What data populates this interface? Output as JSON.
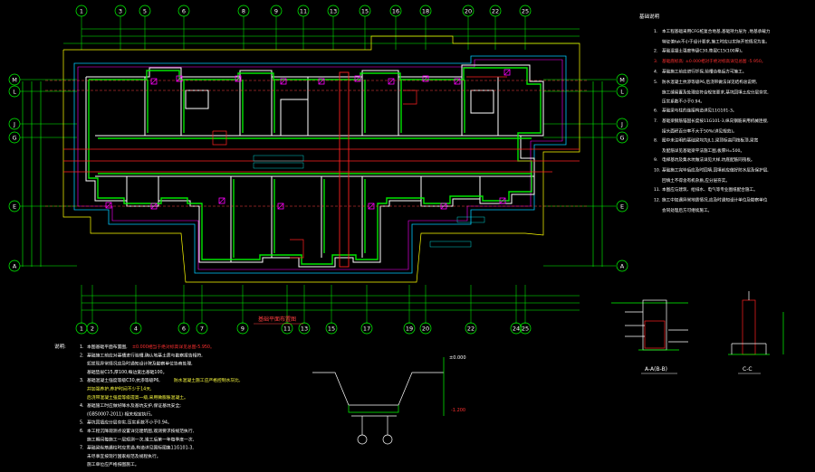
{
  "axes": {
    "top": [
      "1",
      "3",
      "5",
      "6",
      "8",
      "9",
      "11",
      "13",
      "15",
      "16",
      "18",
      "20",
      "22",
      "25"
    ],
    "bottom": [
      "1",
      "2",
      "4",
      "6",
      "7",
      "9",
      "11",
      "13",
      "15",
      "17",
      "19",
      "20",
      "22",
      "24",
      "25"
    ],
    "left": [
      "M",
      "L",
      "J",
      "G",
      "E",
      "A"
    ],
    "right": [
      "M",
      "L",
      "J",
      "G",
      "E",
      "A"
    ]
  },
  "notes_top_right": {
    "title": "基础说明",
    "lines": [
      {
        "n": "1.",
        "t": "本工程基础采用CFG桩复合地基,基础持力层为 ,地基承载力",
        "c": "w"
      },
      {
        "n": "",
        "t": "特征值fak不小于设计要求,施工时应以实际开挖情况为准。",
        "c": "w"
      },
      {
        "n": "2.",
        "t": "基础混凝土强度等级C30,垫层C15(100厚)。",
        "c": "w"
      },
      {
        "n": "3.",
        "t": "基础底标高: ±0.000相对于绝对标高详见总图 -5.950。",
        "c": "r"
      },
      {
        "n": "4.",
        "t": "基础施工前应进行钎探,验槽合格后方可施工。",
        "c": "w"
      },
      {
        "n": "5.",
        "t": "防水混凝土抗渗等级P6,后浇带做法详见结构总说明,",
        "c": "w"
      },
      {
        "n": "",
        "t": "施工缝留置及处理应符合规范要求,基坑回填土应分层夯实,",
        "c": "w"
      },
      {
        "n": "",
        "t": "压实系数不小于0.94。",
        "c": "w"
      },
      {
        "n": "6.",
        "t": "基础梁与柱的连接构造详见11G101-3。",
        "c": "w"
      },
      {
        "n": "7.",
        "t": "基础梁钢筋锚固长度按11G101-3,纵向钢筋采用机械连接,",
        "c": "w"
      },
      {
        "n": "",
        "t": "接头面积百分率不大于50%(详见规范)。",
        "c": "w"
      },
      {
        "n": "8.",
        "t": "图中未注明的基础梁均为JL1,梁顶标高同筏板顶,梁宽",
        "c": "w"
      },
      {
        "n": "",
        "t": "及配筋详见基础梁平法施工图,板厚H=500。",
        "c": "w"
      },
      {
        "n": "9.",
        "t": "电梯基坑及集水坑做法详见大样,坑底配筋同筏板。",
        "c": "w"
      },
      {
        "n": "10.",
        "t": "基础施工完毕后应及时回填,回填前应做好防水层及保护层,",
        "c": "w"
      },
      {
        "n": "",
        "t": "回填土不得含有机杂质,应分层夯实。",
        "c": "w"
      },
      {
        "n": "11.",
        "t": "本图应与建筑、给排水、电气等专业图纸配合施工。",
        "c": "w"
      },
      {
        "n": "12.",
        "t": "施工中如遇异常地质情况,应及时通知设计单位及勘察单位",
        "c": "w"
      },
      {
        "n": "",
        "t": "会同处理后方可继续施工。",
        "c": "w"
      }
    ]
  },
  "notes_bottom_left": {
    "title": "说明:",
    "lines": [
      {
        "n": "1.",
        "t": "本图基础平面布置图,",
        "c": "w",
        "t2": "±0.000相当于绝对标高详见总图-5.950。",
        "c2": "r"
      },
      {
        "n": "2.",
        "t": "基础施工前应对基槽进行验槽,确认地基土质与勘察报告相符,",
        "c": "w"
      },
      {
        "n": "",
        "t": "如发现异常情况应及时通知设计院及勘察单位协商处理,",
        "c": "w"
      },
      {
        "n": "",
        "t": "基础垫层C15,厚100,每边宽出基础100。",
        "c": "w"
      },
      {
        "n": "3.",
        "t": "基础混凝土强度等级C30,抗渗等级P6,",
        "c": "w",
        "t2": "防水混凝土施工应严格控制水灰比,",
        "c2": "y"
      },
      {
        "n": "",
        "t": "并加强养护,养护时间不少于14天,",
        "c": "y"
      },
      {
        "n": "",
        "t": "后浇带混凝土强度等级提高一级,采用微膨胀混凝土。",
        "c": "y"
      },
      {
        "n": "4.",
        "t": "基础施工时应做好降水及基坑支护,保证基坑安全;",
        "c": "w"
      },
      {
        "n": "",
        "t": "(GB50007-2011) 相关规定执行。",
        "c": "w"
      },
      {
        "n": "5.",
        "t": "基坑回填应分层夯实,压实系数不小于0.94。",
        "c": "w"
      },
      {
        "n": "6.",
        "t": "本工程沉降观测点设置详见建筑图,观测要求按规范执行,",
        "c": "w"
      },
      {
        "n": "",
        "t": "施工期间每施工一层观测一次,竣工后第一年每季度一次,",
        "c": "w"
      },
      {
        "n": "7.",
        "t": "基础梁纵筋遇柱时应贯通,构造详见国标图集11G101-3,",
        "c": "w"
      },
      {
        "n": "",
        "t": "未尽事宜按现行国家规范及规程执行。",
        "c": "w"
      },
      {
        "n": "",
        "t": "施工单位应严格按图施工。",
        "c": "w"
      }
    ]
  },
  "plan_caption": "基础平面布置图",
  "section_labels": {
    "a": "A-A(B-B)",
    "b": "C-C"
  },
  "trench_marks": {
    "top": "±0.000",
    "bottom": "-1.200"
  },
  "colors": {
    "background": "#000000",
    "axis_line": "#00ff00",
    "wall": "#ffffff",
    "dimension": "#00ff00",
    "beam": "#ff2020",
    "foundation_outline": "#00c8ff",
    "footprint": "#ffff00",
    "outline_magenta": "#ff00ff",
    "note_text": "#ffffff",
    "note_red": "#ff3030",
    "note_yellow": "#ffff40"
  }
}
